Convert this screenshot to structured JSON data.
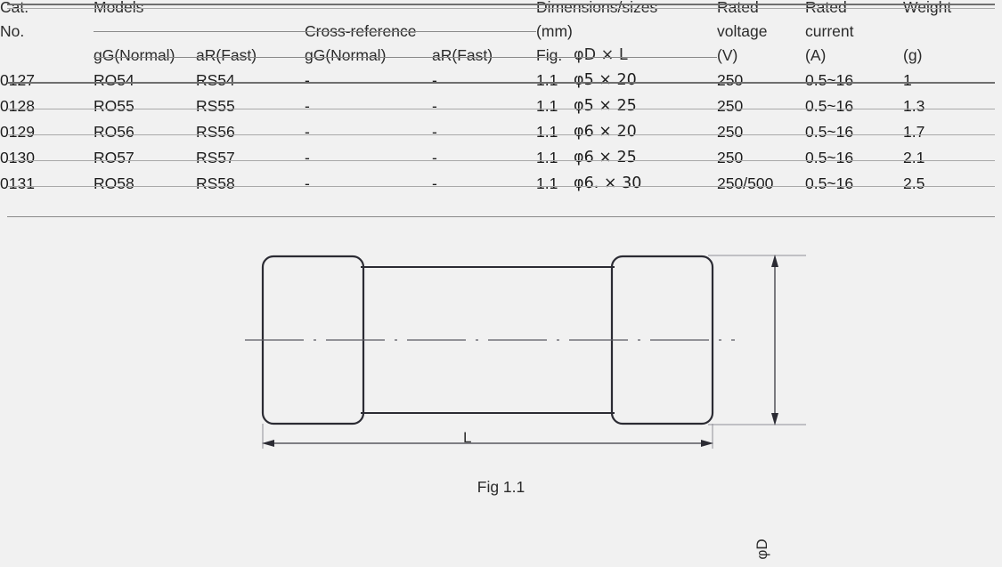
{
  "table": {
    "group_headers": {
      "cat_no_line1": "Cat.",
      "cat_no_line2": "No.",
      "models": "Models",
      "cross_reference": "Cross-reference",
      "dimensions_line1": "Dimensions/sizes",
      "dimensions_line2": "(mm)",
      "rated_voltage_line1": "Rated",
      "rated_voltage_line2": "voltage",
      "rated_current_line1": "Rated",
      "rated_current_line2": "current",
      "weight_line1": "Weight"
    },
    "sub_headers": {
      "models_gg": "gG(Normal)",
      "models_ar": "aR(Fast)",
      "xref_gg": "gG(Normal)",
      "xref_ar": "aR(Fast)",
      "fig": "Fig.",
      "dim": "φD × L",
      "voltage_unit": "(V)",
      "current_unit": "(A)",
      "weight_unit": "(g)"
    },
    "rows": [
      {
        "cat_no": "0127",
        "models_gg": "RO54",
        "models_ar": "RS54",
        "xref_gg": "-",
        "xref_ar": "-",
        "fig": "1.1",
        "dim": "φ5 × 20",
        "voltage": "250",
        "current": "0.5~16",
        "weight": "1"
      },
      {
        "cat_no": "0128",
        "models_gg": "RO55",
        "models_ar": "RS55",
        "xref_gg": "-",
        "xref_ar": "-",
        "fig": "1.1",
        "dim": "φ5 × 25",
        "voltage": "250",
        "current": "0.5~16",
        "weight": "1.3"
      },
      {
        "cat_no": "0129",
        "models_gg": "RO56",
        "models_ar": "RS56",
        "xref_gg": "-",
        "xref_ar": "-",
        "fig": "1.1",
        "dim": "φ6 × 20",
        "voltage": "250",
        "current": "0.5~16",
        "weight": "1.7"
      },
      {
        "cat_no": "0130",
        "models_gg": "RO57",
        "models_ar": "RS57",
        "xref_gg": "-",
        "xref_ar": "-",
        "fig": "1.1",
        "dim": "φ6 × 25",
        "voltage": "250",
        "current": "0.5~16",
        "weight": "2.1"
      },
      {
        "cat_no": "0131",
        "models_gg": "RO58",
        "models_ar": "RS58",
        "xref_gg": "-",
        "xref_ar": "-",
        "fig": "1.1",
        "dim": "φ6. × 30",
        "voltage": "250/500",
        "current": "0.5~16",
        "weight": "2.5"
      }
    ]
  },
  "figure": {
    "caption": "Fig 1.1",
    "length_label": "L",
    "diameter_label": "φD"
  },
  "colors": {
    "page_background": "#f1f1f1",
    "text": "#231f20",
    "rule": "#8a8a8a",
    "drawing_outline": "#2b2b33",
    "centerline": "#5a5a62"
  }
}
